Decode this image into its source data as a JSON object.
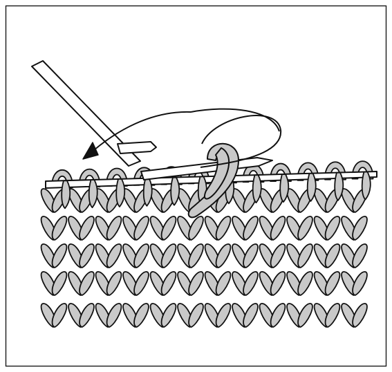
{
  "figure": {
    "subject": "knitting-stitch-illustration",
    "background_color": "#ffffff",
    "frame_color": "#1a1a1a",
    "yarn_fill_color": "#c9c9c9",
    "outline_color": "#111111",
    "needle_fill_color": "#ffffff"
  },
  "fabric": {
    "rows": 5,
    "columns": 12
  },
  "icons": {
    "arrow": "curved-arrow-left-icon",
    "needles": "knitting-needle-icon"
  }
}
